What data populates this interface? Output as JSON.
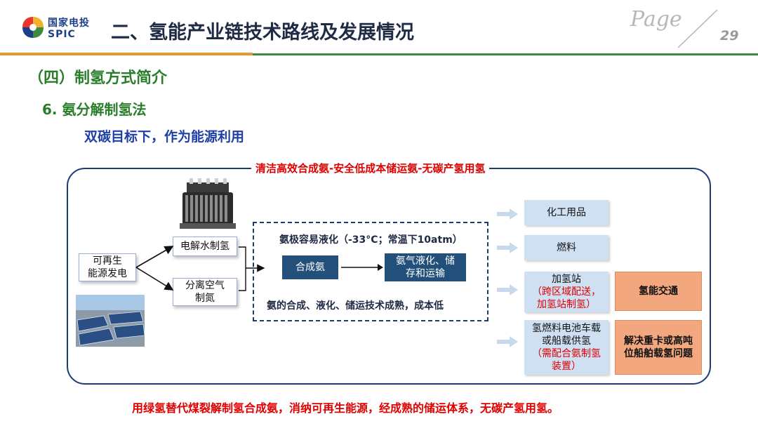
{
  "header": {
    "logo_cn": "国家电投",
    "logo_en": "SPIC",
    "title": "二、氢能产业链技术路线及发展情况",
    "page_word": "Page",
    "page_number": "29"
  },
  "section_title": "（四）制氢方式简介",
  "sub_title": "6. 氨分解制氢法",
  "goal_title": "双碳目标下，作为能源利用",
  "diagram": {
    "banner": "清洁高效合成氨-安全低成本储运氨-无碳产氢用氢",
    "source": "可再生\n能源发电",
    "production": [
      "电解水制氢",
      "分离空气\n制氮"
    ],
    "ammonia_note": "氨极容易液化（-33°C；常温下10atm）",
    "synthesis": "合成氨",
    "storage": "氨气液化、储\n存和运输",
    "maturity_note": "氨的合成、液化、储运技术成熟，成本低",
    "applications": {
      "chemical": "化工用品",
      "fuel": "燃料",
      "station_title": "加氢站",
      "station_note": "（跨区域配送，\n加氢站制氢）",
      "vehicle_title": "氢燃料电池车载\n或船载供氢",
      "vehicle_note": "（需配合氨制氢\n装置）"
    },
    "outcomes": {
      "transport": "氢能交通",
      "heavy": "解决重卡或高吨\n位船舶载氢问题"
    }
  },
  "bottom_note": "用绿氢替代煤裂解制氢合成氨，消纳可再生能源，经成熟的储运体系，无碳产氢用氢。",
  "colors": {
    "accent_green": "#2a7d2a",
    "accent_blue": "#1f3fa8",
    "alert_red": "#e00000",
    "frame_navy": "#1f3b73"
  }
}
